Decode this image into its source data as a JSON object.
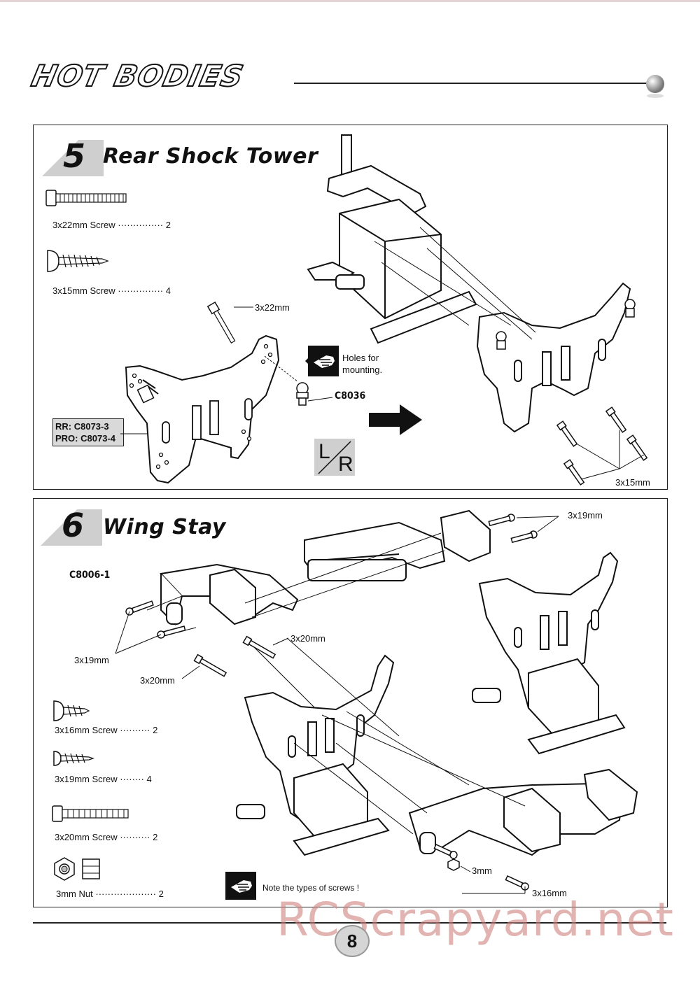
{
  "header": {
    "logo_text": "HOT BODIES"
  },
  "step5": {
    "number": "5",
    "title": "Rear Shock Tower",
    "parts": [
      {
        "name": "3x22mm  Screw",
        "dots": "···············",
        "qty": "2"
      },
      {
        "name": "3x15mm  Screw",
        "dots": "···············",
        "qty": "4"
      }
    ],
    "callout_3x22": "3x22mm",
    "note_line1": "Holes for",
    "note_line2": "mounting.",
    "part_c8036": "C8036",
    "part_box_line1": "RR: C8073-3",
    "part_box_line2": "PRO: C8073-4",
    "lr_l": "L",
    "lr_r": "R",
    "callout_3x15": "3x15mm"
  },
  "step6": {
    "number": "6",
    "title": "Wing Stay",
    "part_c8006": "C8006-1",
    "callout_3x19_top": "3x19mm",
    "callout_3x19_left": "3x19mm",
    "callout_3x20_a": "3x20mm",
    "callout_3x20_b": "3x20mm",
    "callout_3mm": "3mm",
    "callout_3x16": "3x16mm",
    "parts": [
      {
        "name": "3x16mm Screw",
        "dots": "··········",
        "qty": "2"
      },
      {
        "name": "3x19mm  Screw",
        "dots": "········",
        "qty": "4"
      },
      {
        "name": "3x20mm Screw",
        "dots": "··········",
        "qty": "2"
      },
      {
        "name": "3mm Nut",
        "dots": "····················",
        "qty": "2"
      }
    ],
    "note": "Note the types of screws !"
  },
  "footer": {
    "watermark": "RCScrapyard.net",
    "page_number": "8"
  }
}
